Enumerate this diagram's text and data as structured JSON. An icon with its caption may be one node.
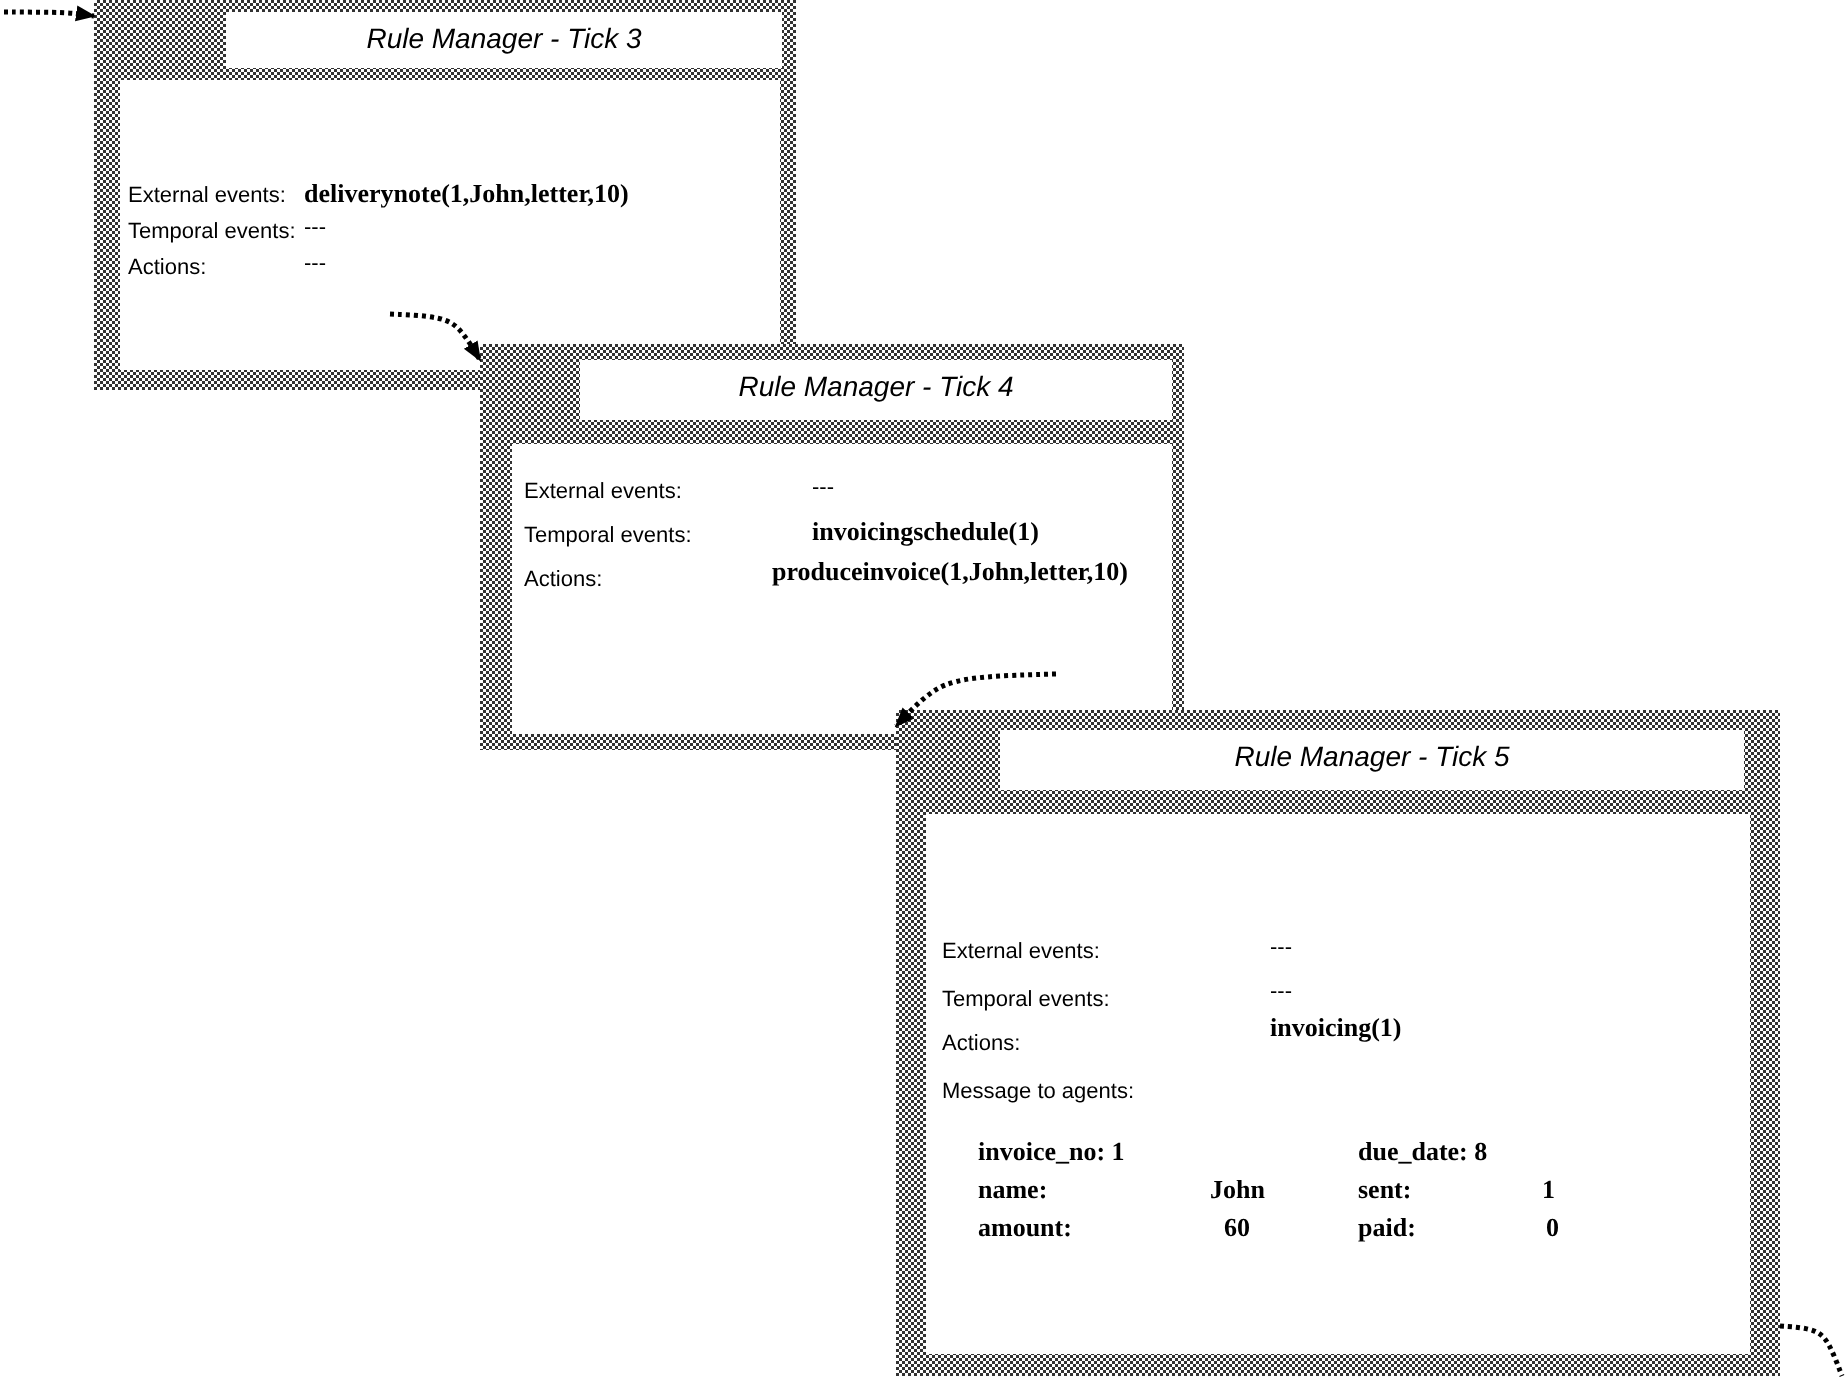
{
  "diagram": {
    "nodes": [
      {
        "text": [
          "Rule Manager - Tick 3",
          "External events:",
          "deliverynote(1,John,letter,10)",
          "Temporal events:",
          "---",
          "Actions:",
          "---"
        ]
      },
      {
        "text": [
          "Rule Manager - Tick 4",
          "External events:",
          "---",
          "Temporal events:",
          "invoicingschedule(1)",
          "Actions:",
          "produceinvoice(1,John,letter,10)"
        ]
      },
      {
        "text": [
          "Rule Manager - Tick 5",
          "External events:",
          "---",
          "Temporal events:",
          "---",
          "Actions:",
          "invoicing(1)",
          "Message to agents:",
          "invoice_no: 1",
          "due_date: 8",
          "name:",
          "John",
          "sent:",
          "1",
          "amount:",
          "60",
          "paid:",
          "0"
        ]
      }
    ],
    "edges": [
      {
        "from": null,
        "to": 0,
        "arrow": "to",
        "style": "dashed"
      },
      {
        "from": 0,
        "to": 1,
        "arrow": "to",
        "style": "dashed"
      },
      {
        "from": 1,
        "to": 2,
        "arrow": "to",
        "style": "dashed"
      },
      {
        "from": 2,
        "to": null,
        "arrow": "none",
        "style": "dashed"
      }
    ]
  }
}
